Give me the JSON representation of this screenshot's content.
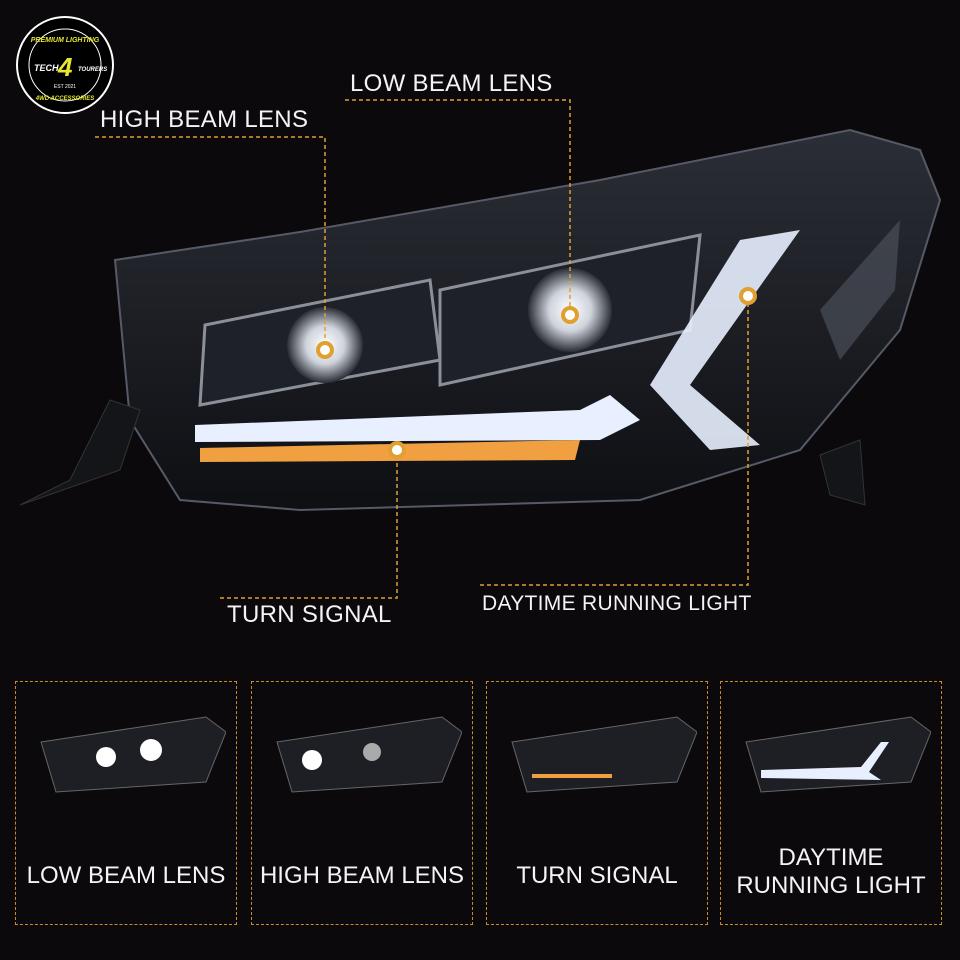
{
  "logo": {
    "top_text": "PREMIUM LIGHTING",
    "left_text": "TECH",
    "mark": "4",
    "right_text": "TOURERS",
    "est": "EST 2021",
    "bottom_text": "4WD ACCESSORIES"
  },
  "callouts": {
    "high_beam": "HIGH BEAM LENS",
    "low_beam": "LOW BEAM LENS",
    "turn_signal": "TURN SIGNAL",
    "drl": "DAYTIME RUNNING LIGHT"
  },
  "panels": [
    {
      "label": "LOW BEAM LENS",
      "mode": "low-beam"
    },
    {
      "label": "HIGH BEAM LENS",
      "mode": "high-beam"
    },
    {
      "label": "TURN SIGNAL",
      "mode": "turn-signal"
    },
    {
      "label": "DAYTIME RUNNING LIGHT",
      "mode": "drl"
    }
  ],
  "colors": {
    "accent": "#e0a030",
    "logo_yellow": "#e6e830",
    "background": "#0c090d",
    "amber": "#f0a040",
    "drl_white": "#e8f0ff"
  }
}
